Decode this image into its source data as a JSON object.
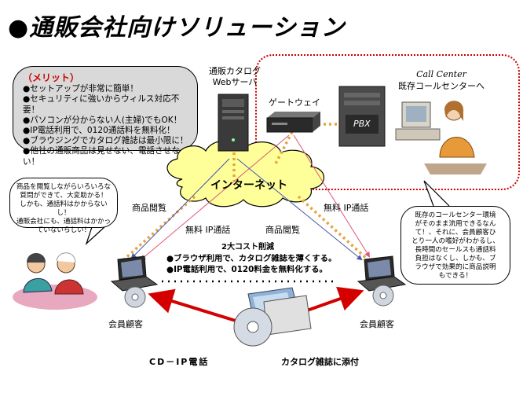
{
  "title": "●通販会社向けソリューション",
  "merit": {
    "heading": "（メリット）",
    "items": [
      "●セットアップが非常に簡単！",
      "●セキュリティに強いからウィルス対応不要！",
      "●パソコンが分からない人(主婦)でもOK！",
      "●IP電話利用で、0120通話料を無料化！",
      "●ブラウジングでカタログ雑誌は最小限に！",
      "●他社の通販商品は見せない、電話させない！"
    ]
  },
  "server_label": [
    "通販カタログ",
    "Webサーバ"
  ],
  "gateway_label": "ゲートウェイ",
  "pbx_label": "PBX",
  "callcenter": {
    "title": "Call Center",
    "subtitle": "既存コールセンターへ"
  },
  "internet_label": "インターネット",
  "left_note": [
    "商品を閲覧しながらいろいろな",
    "質問ができて、大変助かる！",
    "しかも、通話料はかからないし！",
    "通販会社にも、通話料はかかっ",
    "ていないらしい！"
  ],
  "right_note": [
    "既存のコールセンター環境",
    "がそのまま流用できるなん",
    "て！、それに、会員顧客ひ",
    "とり一人の嗜好がわかるし、",
    "長時間のセールスも通話料",
    "負担はなくし、しかも、ブ",
    "ラウザで効果的に商品説明",
    "もできる！"
  ],
  "labels": {
    "browse_left": "商品閲覧",
    "free_ip_right": "無料 IP通話",
    "free_ip_center": "無料 IP通話",
    "browse_center": "商品閲覧"
  },
  "cost_title": "2大コスト削減",
  "cost_items": [
    "●ブラウザ利用で、カタログ雑誌を薄くする。",
    "●IP電話利用で、0120料金を無料化する。"
  ],
  "customer_left": "会員顧客",
  "customer_right": "会員顧客",
  "cd_label": "CD－IP電話",
  "catalog_label": "カタログ雑誌に添付",
  "colors": {
    "accent_red": "#cc0000",
    "cloud_yellow": "#ffff99",
    "dotted_orange": "#e8a33a"
  }
}
